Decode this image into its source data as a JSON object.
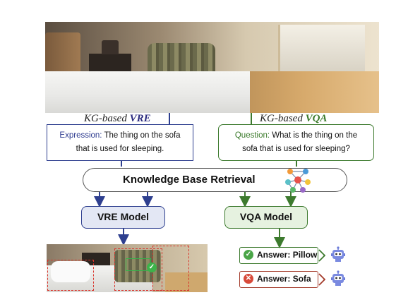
{
  "vre_title": {
    "prefix": "KG-based ",
    "acronym": "VRE"
  },
  "vqa_title": {
    "prefix": "KG-based ",
    "acronym": "VQA"
  },
  "expression": {
    "label": "Expression:",
    "text_line1": "The thing on the sofa",
    "text_line2": "that is used for sleeping."
  },
  "question": {
    "label": "Question:",
    "text_line1": "What is the thing on the",
    "text_line2": "sofa that is used for sleeping?"
  },
  "knowledge_base": {
    "label": "Knowledge Base Retrieval",
    "icon": "knowledge-graph-icon"
  },
  "vre_model": {
    "label": "VRE Model"
  },
  "vqa_model": {
    "label": "VQA Model"
  },
  "answers": [
    {
      "label": "Answer:",
      "value": "Pillow",
      "status": "correct",
      "icon": "check-icon"
    },
    {
      "label": "Answer:",
      "value": "Sofa",
      "status": "wrong",
      "icon": "cross-icon"
    }
  ],
  "colors": {
    "vre": "#2e3f8f",
    "vqa": "#3d7a2e",
    "wrong": "#a33a2a",
    "dashed_box": "#d9342b",
    "detection": "#35b24a"
  }
}
